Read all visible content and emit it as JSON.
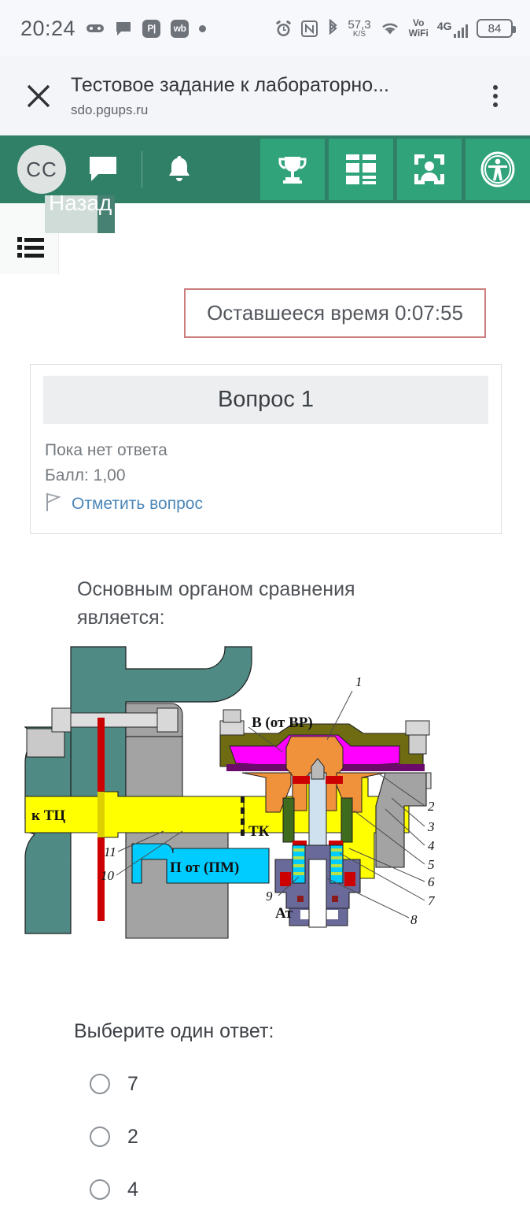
{
  "status_bar": {
    "time": "20:24",
    "left_icons": [
      "game-controller-icon",
      "chat-bubble-icon",
      "app-p-icon",
      "app-wb-icon",
      "dot-icon"
    ],
    "app_badges": [
      "P",
      "wb"
    ],
    "net_speed_value": "57,3",
    "net_speed_unit": "K/S",
    "vo_line1": "Vo",
    "vo_line2": "WiFi",
    "network": "4G",
    "battery": "84",
    "right_icons": [
      "alarm-icon",
      "nfc-icon",
      "bluetooth-icon",
      "wifi-icon",
      "signal-bars-icon",
      "battery-icon"
    ]
  },
  "browser": {
    "close_icon": "close-icon",
    "title": "Тестовое задание к лабораторно...",
    "url": "sdo.pgups.ru",
    "menu_icon": "kebab-menu-icon"
  },
  "navbar": {
    "avatar_initials": "СС",
    "messages_icon": "chat-bubble-icon",
    "notifications_icon": "bell-icon",
    "buttons": [
      {
        "name": "trophy-button",
        "icon": "trophy-icon"
      },
      {
        "name": "dashboard-button",
        "icon": "grid-icon"
      },
      {
        "name": "profile-frame-button",
        "icon": "person-frame-icon"
      },
      {
        "name": "accessibility-button",
        "icon": "accessibility-icon"
      }
    ],
    "bg_color": "#2f8066",
    "button_color": "#31a37b"
  },
  "back_button": {
    "label": "Назад",
    "list_icon": "list-icon"
  },
  "timer": {
    "text": "Оставшееся время 0:07:55",
    "border_color": "#cc7e7e"
  },
  "question": {
    "header": "Вопрос 1",
    "status": "Пока нет ответа",
    "score": "Балл: 1,00",
    "flag_icon": "flag-icon",
    "flag_label": "Отметить вопрос",
    "text": "Основным органом сравнения является:"
  },
  "figure": {
    "alt": "Схема реле давления / авторежима в разрезе",
    "labels": {
      "vr": "В (от ВР)",
      "tc": "к ТЦ",
      "tk": "ТК",
      "pm": "П от (ПМ)",
      "at": "Ат"
    },
    "callouts": [
      "1",
      "2",
      "3",
      "4",
      "5",
      "6",
      "7",
      "8",
      "9",
      "10",
      "11"
    ],
    "colors": {
      "bracket_teal": "#4f8a84",
      "body_gray": "#9a9a9a",
      "cover_olive": "#6e6b13",
      "diaphragm_magenta": "#ff00ff",
      "center_orange": "#f0913c",
      "chamber_yellow": "#ffff00",
      "pm_cyan": "#00ccff",
      "seal_purple": "#6b0a6b",
      "valve_slate": "#6a6a9a",
      "gasket_red": "#cc0000",
      "metal_light": "#d9d9d9",
      "spring_green": "#3f6b1f"
    }
  },
  "answers": {
    "title": "Выберите один ответ:",
    "options": [
      {
        "label": "7",
        "selected": false
      },
      {
        "label": "2",
        "selected": false
      },
      {
        "label": "4",
        "selected": false
      }
    ]
  }
}
